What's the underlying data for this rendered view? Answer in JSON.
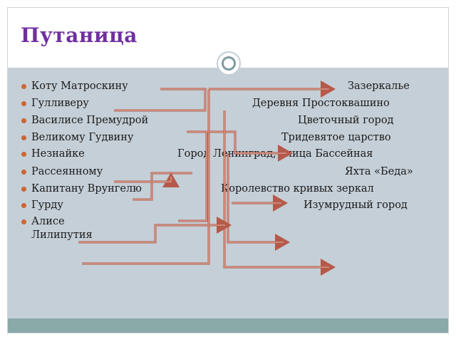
{
  "slide": {
    "title": "Путаница",
    "left_items": [
      "Коту Матроскину",
      "Гулливеру",
      "Василисе Премудрой",
      "Великому Гудвину",
      "Незнайке",
      "Рассеянному",
      "Капитану Врунгелю",
      "Гурду",
      "Алисе",
      "Лилипутия"
    ],
    "right_items": [
      "Зазеркалье",
      "Деревня Простоквашино",
      "Цветочный город",
      "Тридевятое царство",
      "Город Ленинград, улица Бассейная",
      "Яхта «Беда»",
      "Королевство кривых зеркал",
      "Изумрудный город"
    ]
  },
  "colors": {
    "title": "#7030a0",
    "bullet": "#cc6633",
    "content_bg": "#c5cfd7",
    "footer_band": "#8aa9a9",
    "line_outer": "#b55a4a",
    "line_inner": "#d9a18e"
  }
}
